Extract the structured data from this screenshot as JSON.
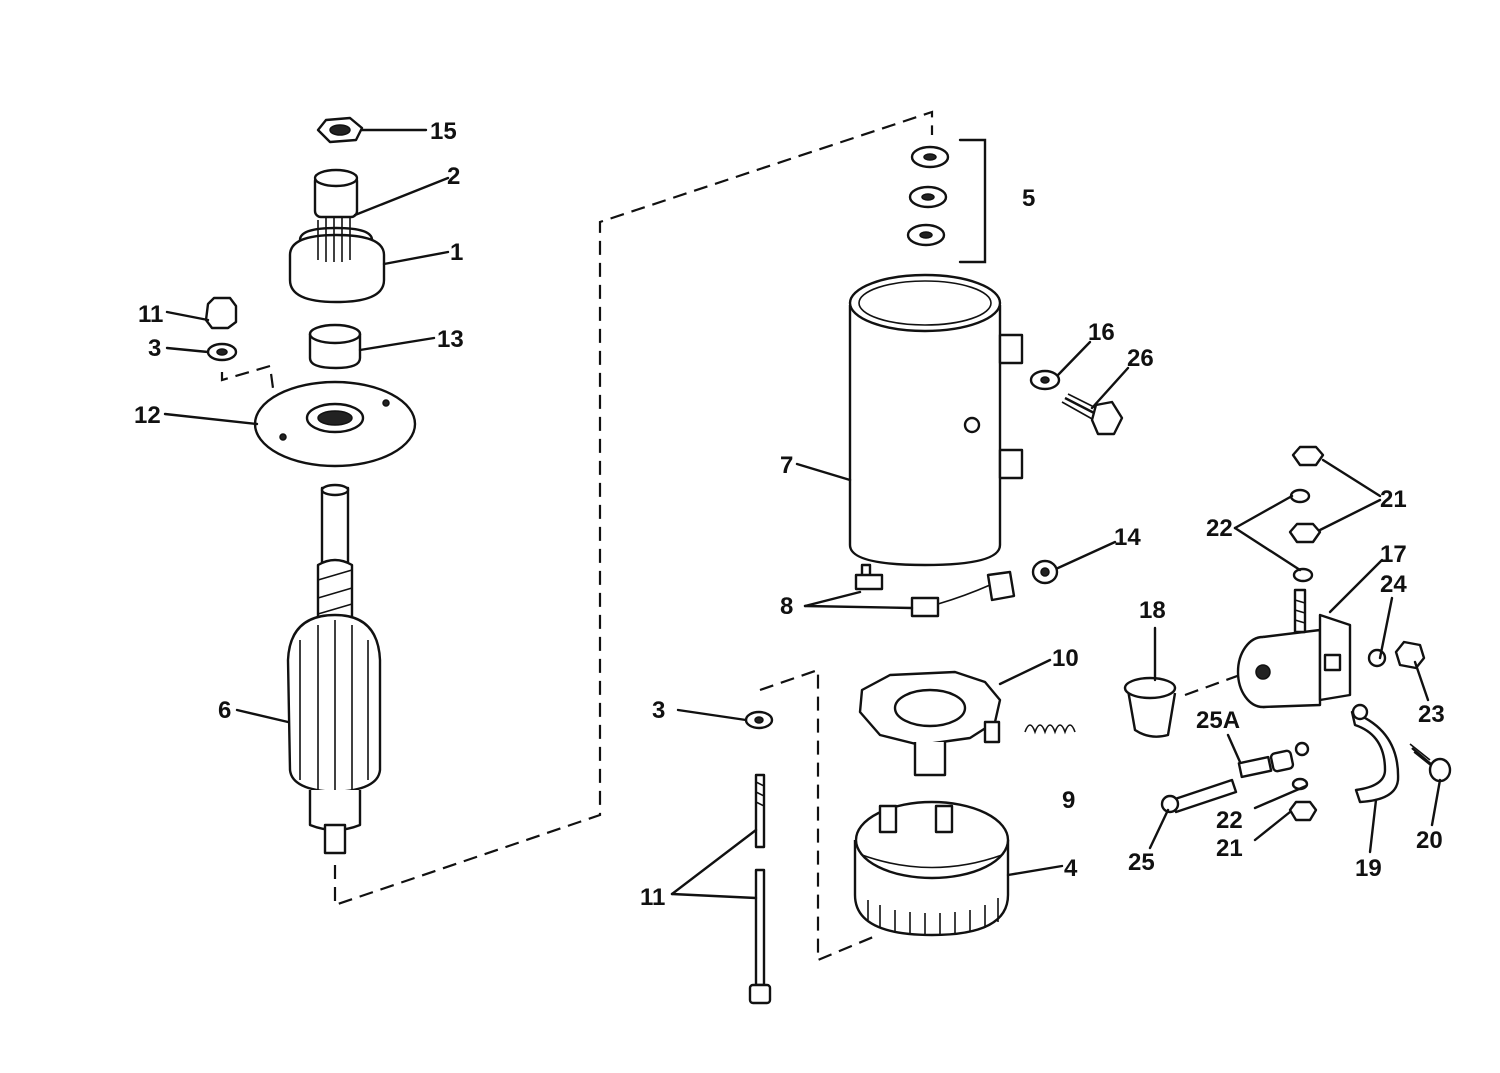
{
  "diagram": {
    "callouts": [
      "15",
      "2",
      "1",
      "11",
      "3",
      "13",
      "12",
      "6",
      "5",
      "16",
      "26",
      "7",
      "14",
      "8",
      "10",
      "9",
      "4",
      "3",
      "11",
      "18",
      "21",
      "22",
      "17",
      "24",
      "23",
      "25A",
      "22",
      "21",
      "25",
      "19",
      "20"
    ]
  }
}
